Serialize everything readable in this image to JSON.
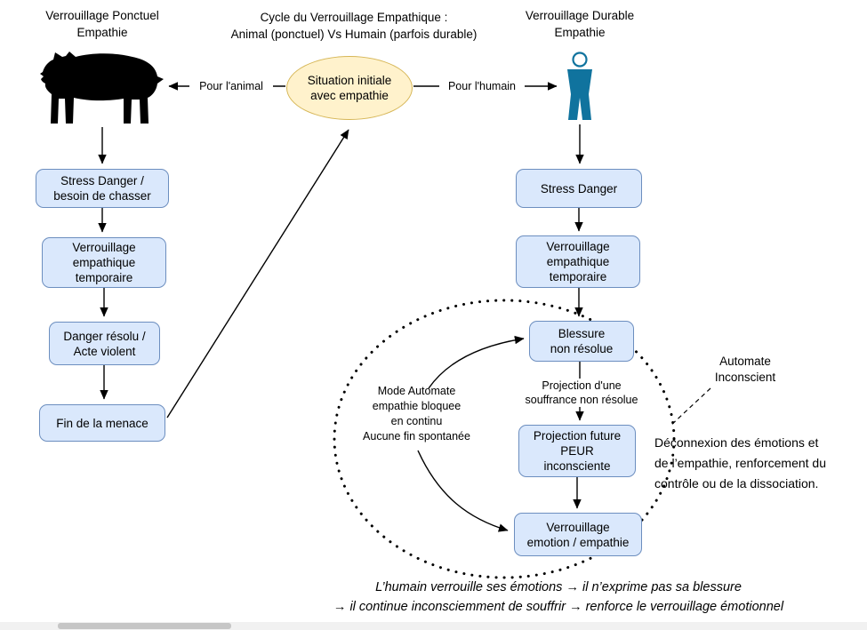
{
  "colors": {
    "box_fill": "#dae8fc",
    "box_stroke": "#6c8ebf",
    "ellipse_fill": "#fff2cc",
    "ellipse_stroke": "#d6b656",
    "human_blue": "#10739e",
    "bear_black": "#000000",
    "line_black": "#000000"
  },
  "headers": {
    "left": "Verrouillage Ponctuel\nEmpathie",
    "center": "Cycle du Verrouillage Empathique :\nAnimal (ponctuel) Vs Humain (parfois durable)",
    "right": "Verrouillage Durable\nEmpathie"
  },
  "start": {
    "label": "Situation initiale\navec empathie"
  },
  "branch_labels": {
    "animal": "Pour l'animal",
    "human": "Pour l'humain"
  },
  "animal_flow": {
    "step1": "Stress Danger /\nbesoin de chasser",
    "step2": "Verrouillage\nempathique\ntemporaire",
    "step3": "Danger résolu /\nActe violent",
    "step4": "Fin de la menace"
  },
  "human_flow": {
    "step1": "Stress Danger",
    "step2": "Verrouillage\nempathique\ntemporaire",
    "step3": "Blessure\nnon résolue",
    "transition": "Projection d'une\nsouffrance non résolue",
    "step4": "Projection future\nPEUR\ninconsciente",
    "step5": "Verrouillage\nemotion / empathie"
  },
  "loop": {
    "mode": "Mode Automate\nempathie bloquee\nen continu\nAucune fin spontanée",
    "automate": "Automate\nInconscient",
    "description": "Déconnexion des émotions et\nde l’empathie, renforcement du\ncontrôle ou de la dissociation."
  },
  "footer": "L’humain verrouille ses émotions → il n’exprime pas sa blessure\n→ il continue inconsciemment de souffrir → renforce le verrouillage émotionnel"
}
